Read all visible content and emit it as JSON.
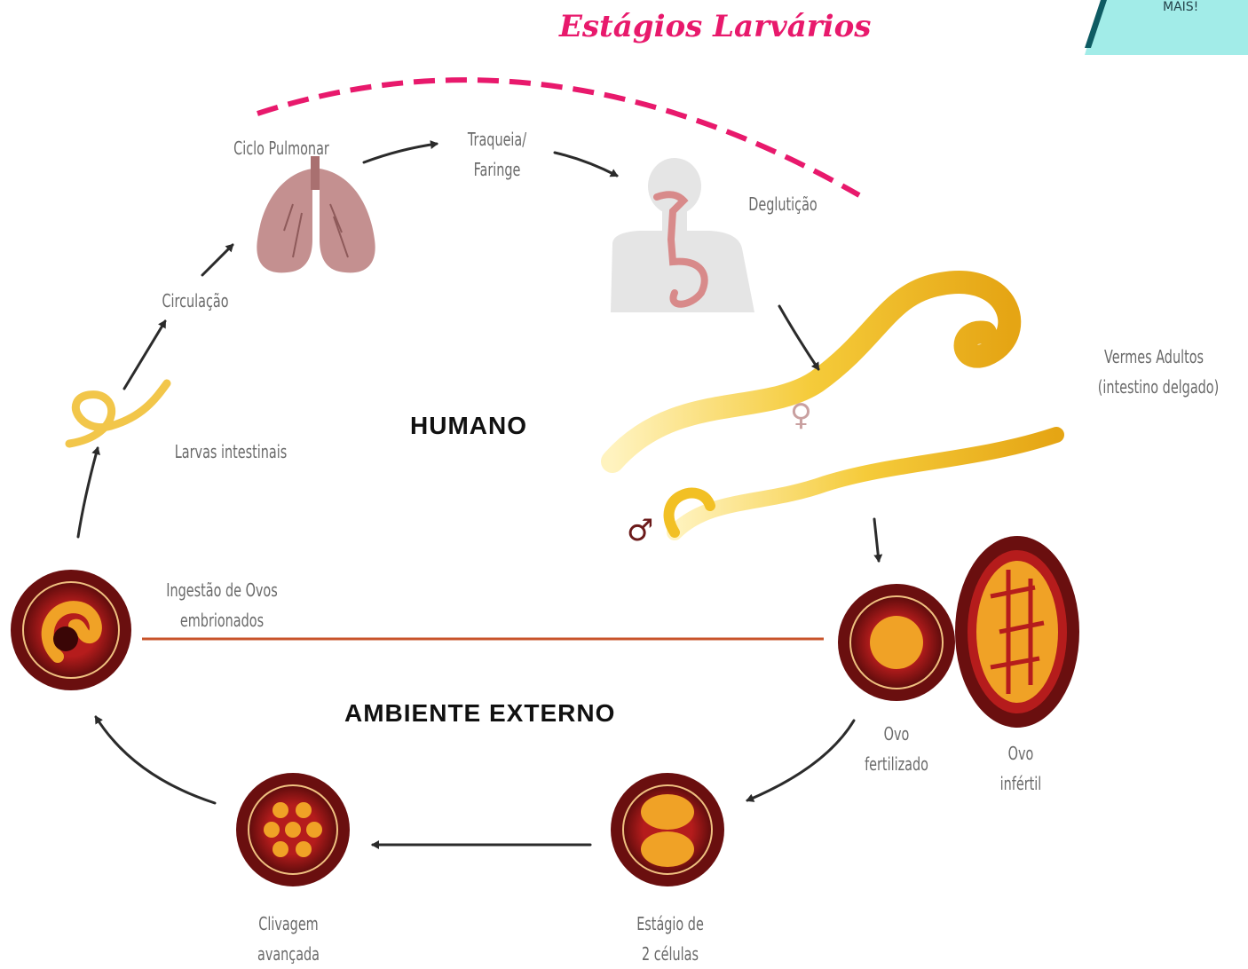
{
  "badge": {
    "text": "MAIS!"
  },
  "title": {
    "text": "Estágios Larvários",
    "color": "#e8196c"
  },
  "zones": {
    "human": "HUMANO",
    "external": "AMBIENTE EXTERNO"
  },
  "stages": {
    "pulmonary": "Ciclo Pulmonar",
    "trachea_1": "Traqueia/",
    "trachea_2": "Faringe",
    "swallowing": "Deglutição",
    "adults_1": "Vermes Adultos",
    "adults_2": "(intestino delgado)",
    "circulation": "Circulação",
    "larvae": "Larvas intestinais",
    "ingestion_1": "Ingestão de Ovos",
    "ingestion_2": "embrionados",
    "fertilized_1": "Ovo",
    "fertilized_2": "fertilizado",
    "infertile_1": "Ovo",
    "infertile_2": "infértil",
    "two_cell_1": "Estágio de",
    "two_cell_2": "2 células",
    "cleavage_1": "Clivagem",
    "cleavage_2": "avançada"
  },
  "symbols": {
    "female": "♀",
    "male": "♂"
  },
  "colors": {
    "accent": "#e8196c",
    "badge": "#a2ece8",
    "worm": "#f2c024",
    "egg_shell": "#7a1212",
    "egg_inner": "#f0a226",
    "lung": "#c49090",
    "divider": "#c8532a",
    "arrow": "#2b2b2b"
  },
  "icons": [
    "lungs-icon",
    "torso-digestive-icon",
    "adult-worms-icon",
    "larva-icon",
    "egg-icon"
  ]
}
